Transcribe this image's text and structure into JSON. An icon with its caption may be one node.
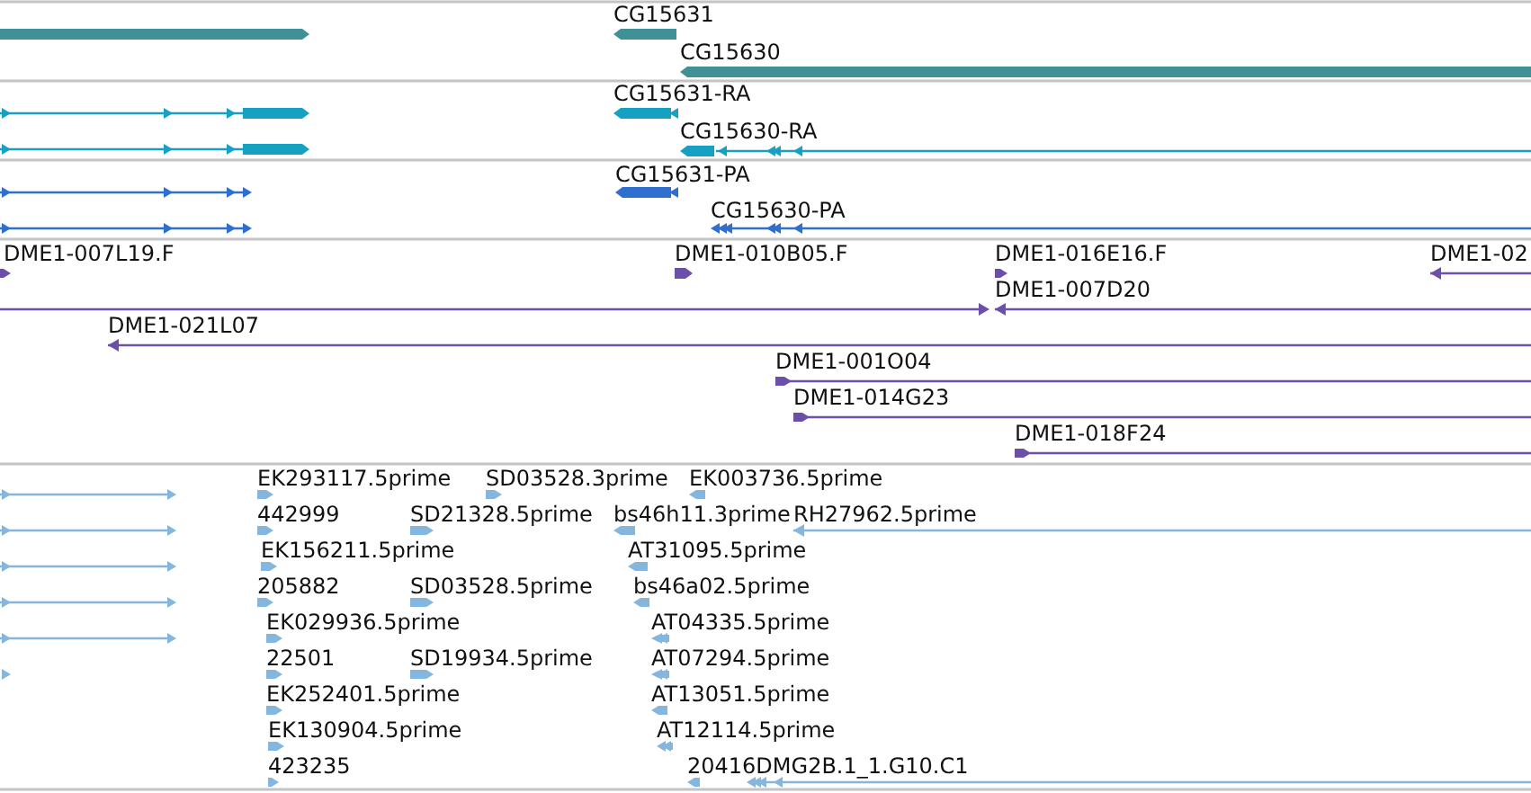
{
  "diagram": {
    "labels": [
      "CG15631",
      "CG15630",
      "CG15631-RA",
      "CG15630-RA",
      "CG15631-PA",
      "CG15630-PA",
      "DME1-007L19.F",
      "DME1-010B05.F",
      "DME1-016E16.F",
      "DME1-02",
      "DME1-007D20",
      "DME1-021L07",
      "DME1-001O04",
      "DME1-014G23",
      "DME1-018F24",
      "EK293117.5prime",
      "SD03528.3prime",
      "EK003736.5prime",
      "442999",
      "SD21328.5prime",
      "bs46h11.3prime",
      "RH27962.5prime",
      "EK156211.5prime",
      "AT31095.5prime",
      "205882",
      "SD03528.5prime",
      "bs46a02.5prime",
      "EK029936.5prime",
      "AT04335.5prime",
      "22501",
      "SD19934.5prime",
      "AT07294.5prime",
      "EK252401.5prime",
      "AT13051.5prime",
      "EK130904.5prime",
      "AT12114.5prime",
      "423235",
      "20416DMG2B.1_1.G10.C1"
    ]
  }
}
